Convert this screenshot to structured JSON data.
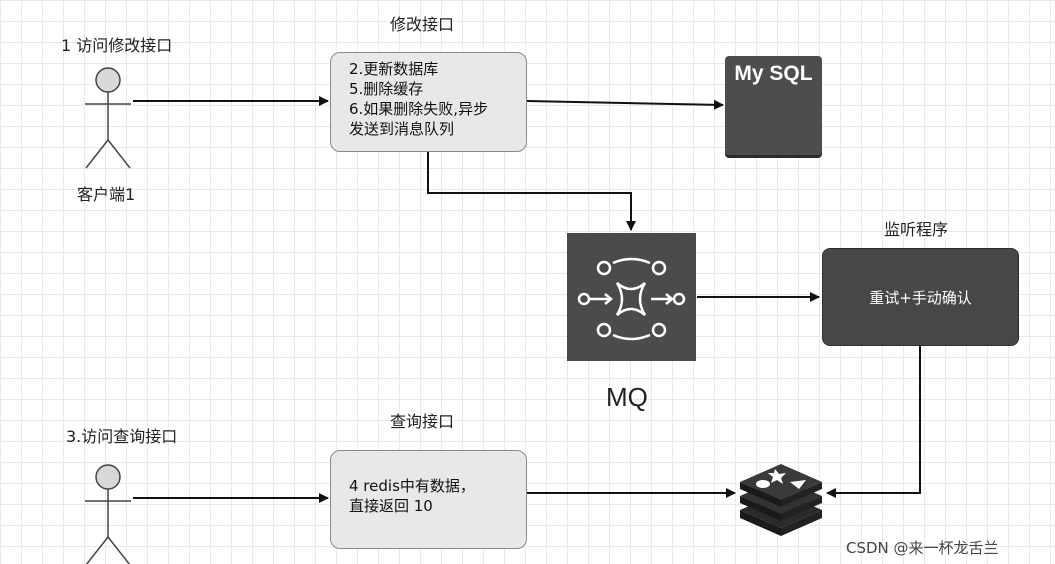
{
  "labels": {
    "modify_interface": "修改接口",
    "client_visit": "1 访问修改接口",
    "client_name": "客户端1",
    "listener_title": "监听程序",
    "query_interface": "查询接口",
    "query_visit": "3.访问查询接口",
    "mq": "MQ"
  },
  "modify_box": {
    "lines": [
      "2.更新数据库",
      "5.删除缓存",
      "6.如果删除失败,异步",
      "发送到消息队列"
    ]
  },
  "mysql": {
    "label": "My SQL"
  },
  "listener_box": {
    "label": "重试+手动确认"
  },
  "query_box": {
    "lines": [
      "4 redis中有数据，",
      "直接返回 10"
    ]
  },
  "watermark": "CSDN @来一杯龙舌兰",
  "colors": {
    "dark_box": "#474747",
    "light_box": "#e8e8e8",
    "line": "#111111"
  }
}
